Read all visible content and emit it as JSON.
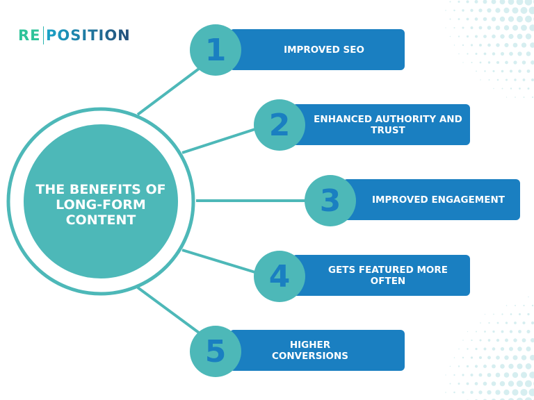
{
  "logo": {
    "part1": "RE",
    "part2": "POSITION"
  },
  "title": "THE BENEFITS OF LONG-FORM CONTENT",
  "items": [
    {
      "number": "1",
      "label": "IMPROVED SEO"
    },
    {
      "number": "2",
      "label": "ENHANCED AUTHORITY AND TRUST"
    },
    {
      "number": "3",
      "label": "IMPROVED ENGAGEMENT"
    },
    {
      "number": "4",
      "label": "GETS FEATURED MORE OFTEN"
    },
    {
      "number": "5",
      "label": "HIGHER CONVERSIONS"
    }
  ],
  "colors": {
    "teal": "#4db8b8",
    "blue": "#1a7fc1",
    "dots": "#d6eef0"
  }
}
